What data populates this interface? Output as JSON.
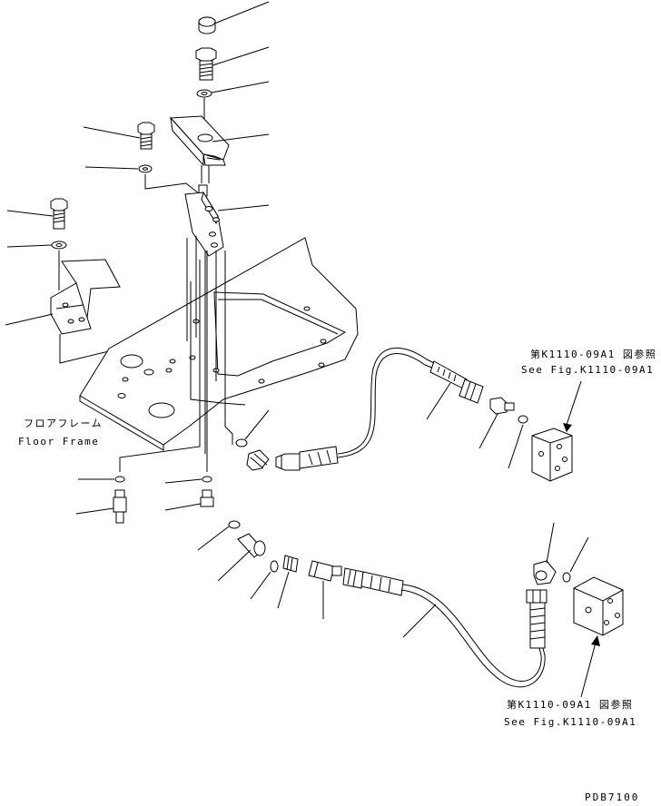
{
  "labels": {
    "floor_frame_jp": "フロアフレーム",
    "floor_frame_en": "Floor Frame",
    "ref_upper_jp": "第K1110-09A1 図参照",
    "ref_upper_en": "See Fig.K1110-09A1",
    "ref_lower_jp": "第K1110-09A1 図参照",
    "ref_lower_en": "See Fig.K1110-09A1",
    "drawing_code": "PDB7100"
  }
}
